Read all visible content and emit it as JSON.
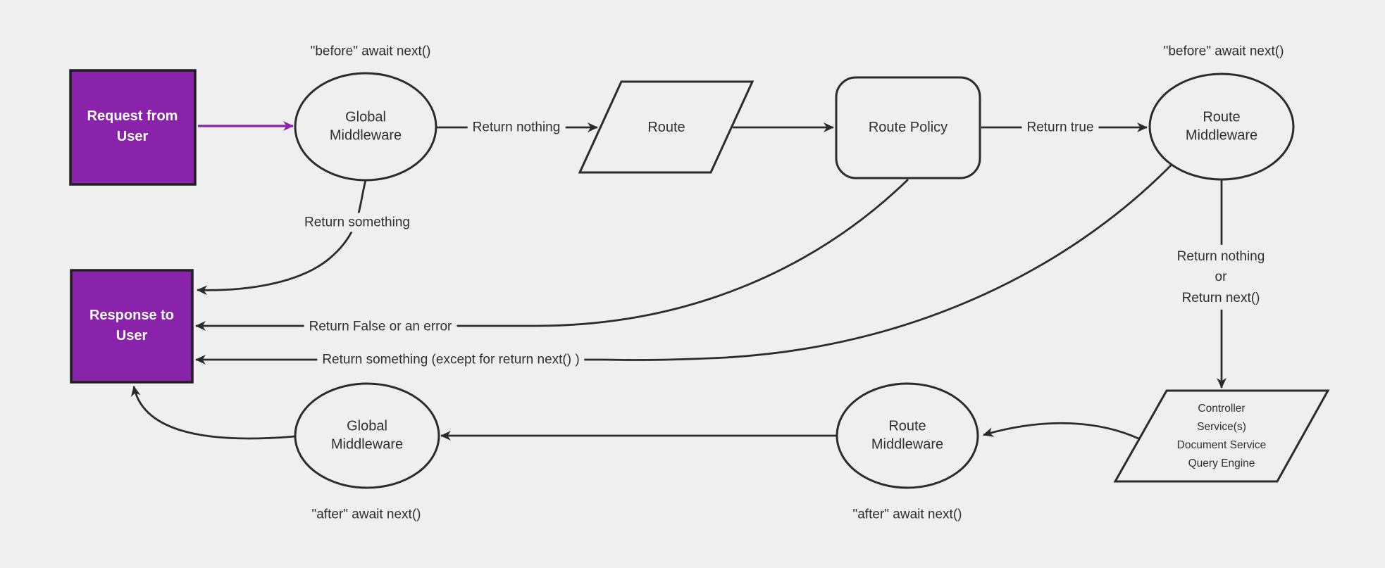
{
  "diagram": {
    "title": "Strapi backend request flow diagram",
    "colors": {
      "background": "#efefef",
      "purple_fill": "#8823aa",
      "purple_arrow": "#8b21ad",
      "stroke": "#2b2b2b",
      "text": "#2f2f2f"
    },
    "nodes": {
      "request": {
        "label": "Request from User"
      },
      "global_middleware_top": {
        "label": "Global Middleware"
      },
      "route": {
        "label": "Route"
      },
      "route_policy": {
        "label": "Route Policy"
      },
      "route_middleware_top": {
        "label": "Route Middleware"
      },
      "controller": {
        "label": "Controller\nService(s)\nDocument Service\nQuery Engine"
      },
      "route_middleware_bottom": {
        "label": "Route Middleware"
      },
      "global_middleware_bottom": {
        "label": "Global Middleware"
      },
      "response": {
        "label": "Response to User"
      }
    },
    "edge_labels": {
      "before_global": "\"before\" await next()",
      "before_route": "\"before\" await next()",
      "return_nothing": "Return nothing",
      "return_true": "Return true",
      "return_something": "Return something",
      "return_false": "Return False or an error",
      "return_something_except": "Return something (except for return next() )",
      "return_nothing_or_next": "Return nothing\nor\nReturn next()",
      "after_global": "\"after\" await next()",
      "after_route": "\"after\" await next()"
    }
  }
}
